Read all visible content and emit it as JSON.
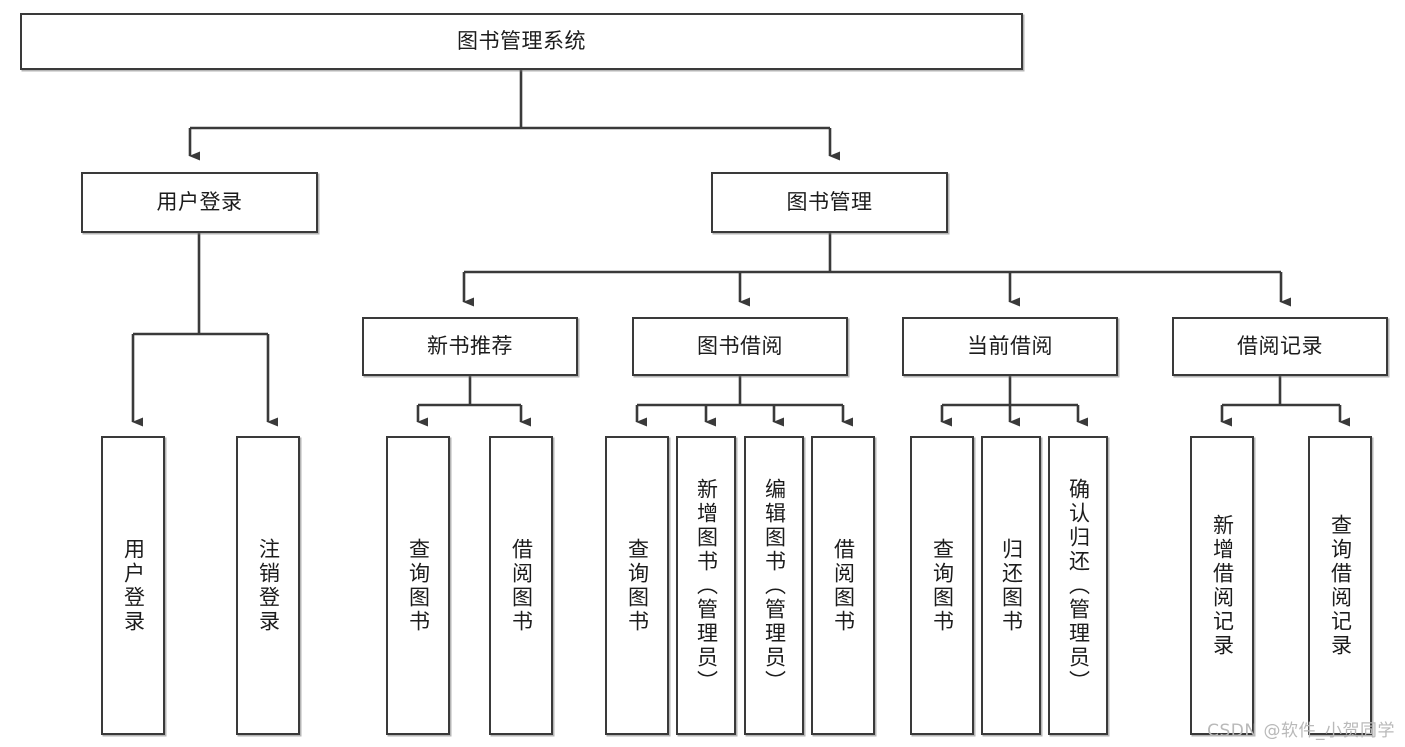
{
  "diagram": {
    "title": "图书管理系统",
    "type": "tree-hierarchy-chart",
    "root": {
      "id": "root",
      "label": "图书管理系统"
    },
    "level2": [
      {
        "id": "user-login",
        "label": "用户登录"
      },
      {
        "id": "book-manage",
        "label": "图书管理"
      }
    ],
    "level3": [
      {
        "id": "new-book-recommend",
        "label": "新书推荐"
      },
      {
        "id": "book-borrow",
        "label": "图书借阅"
      },
      {
        "id": "current-borrow",
        "label": "当前借阅"
      },
      {
        "id": "borrow-record",
        "label": "借阅记录"
      }
    ],
    "leaves": [
      {
        "id": "leaf-user-login",
        "label": "用户登录",
        "parent": "user-login"
      },
      {
        "id": "leaf-logout-login",
        "label": "注销登录",
        "parent": "user-login"
      },
      {
        "id": "leaf-query-book-1",
        "label": "查询图书",
        "parent": "new-book-recommend"
      },
      {
        "id": "leaf-borrow-book-1",
        "label": "借阅图书",
        "parent": "new-book-recommend"
      },
      {
        "id": "leaf-query-book-2",
        "label": "查询图书",
        "parent": "book-borrow"
      },
      {
        "id": "leaf-add-book",
        "label": "新增图书（管理员）",
        "parent": "book-borrow"
      },
      {
        "id": "leaf-edit-book",
        "label": "编辑图书（管理员）",
        "parent": "book-borrow"
      },
      {
        "id": "leaf-borrow-book-2",
        "label": "借阅图书",
        "parent": "book-borrow"
      },
      {
        "id": "leaf-query-book-3",
        "label": "查询图书",
        "parent": "current-borrow"
      },
      {
        "id": "leaf-return-book",
        "label": "归还图书",
        "parent": "current-borrow"
      },
      {
        "id": "leaf-confirm-return",
        "label": "确认归还（管理员）",
        "parent": "current-borrow"
      },
      {
        "id": "leaf-add-record",
        "label": "新增借阅记录",
        "parent": "borrow-record"
      },
      {
        "id": "leaf-query-record",
        "label": "查询借阅记录",
        "parent": "borrow-record"
      }
    ],
    "watermark": "CSDN @软件_小贺同学",
    "colors": {
      "box_border": "#3a3a3a",
      "box_fill": "#ffffff",
      "edge": "#3a3a3a",
      "text": "#1c1c1c",
      "watermark": "#b9b9b9",
      "background": "#ffffff"
    }
  }
}
